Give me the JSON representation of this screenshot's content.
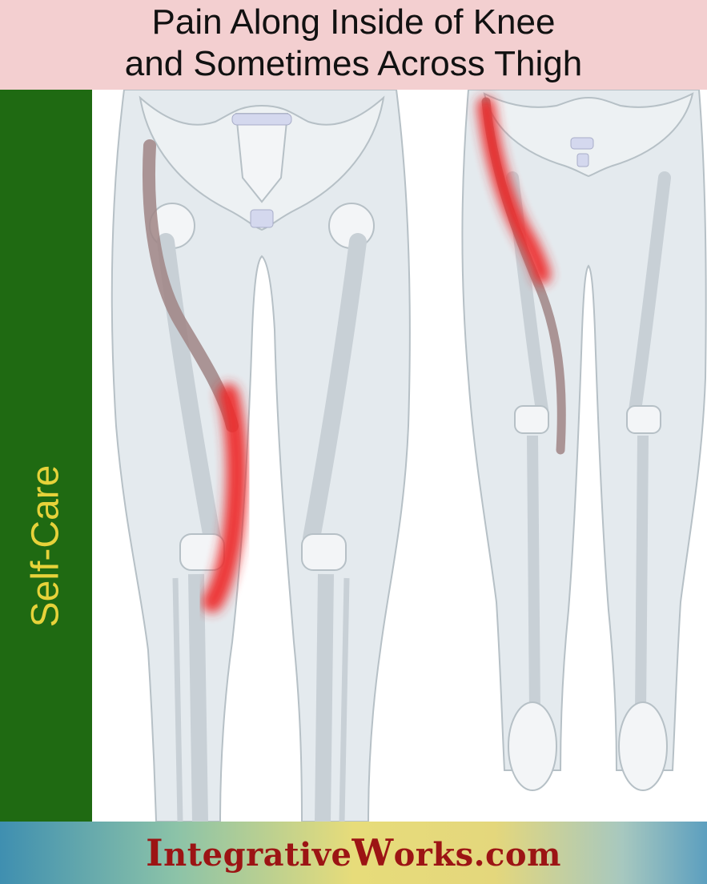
{
  "header": {
    "title_line1": "Pain Along Inside of Knee",
    "title_line2": "and Sometimes Across Thigh"
  },
  "sidebar": {
    "label": "Self-Care"
  },
  "footer": {
    "brand_part1_initial": "I",
    "brand_part1_rest": "ntegrative",
    "brand_part2_initial": "W",
    "brand_part2_rest": "orks.com"
  },
  "illustration": {
    "subject": "front-view skeleton legs with sartorius muscle and red pain zone",
    "colors": {
      "body": "#e4eaee",
      "outline": "#b6c0c6",
      "muscle": "#a08585",
      "pain": "#ee2a2a"
    }
  },
  "colors": {
    "title_bg": "#f3cfd0",
    "sidebar_bg": "#1f6a12",
    "sidebar_text": "#e6d23a",
    "brand_text": "#9c1414"
  }
}
